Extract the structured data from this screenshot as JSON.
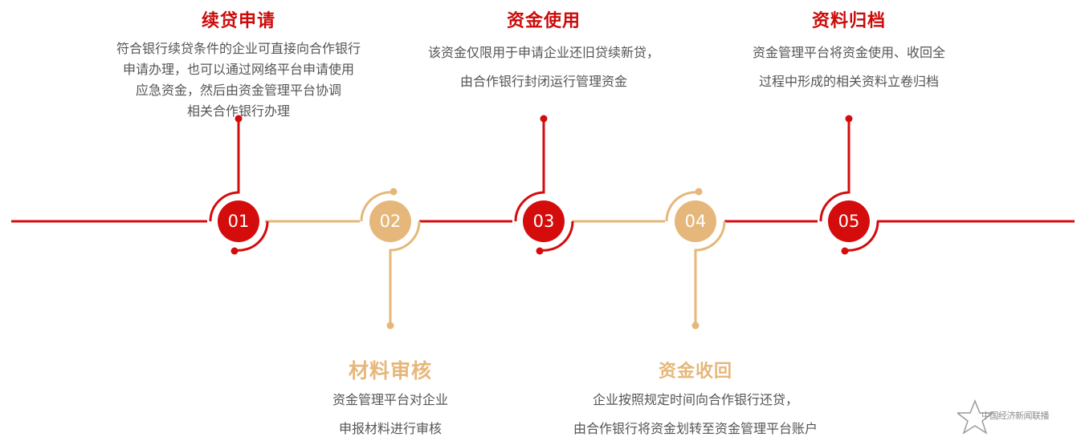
{
  "colors": {
    "red": "#d40c0c",
    "gold": "#e6b77a",
    "text": "#555555"
  },
  "steps": [
    {
      "number": "01",
      "title": "续贷申请",
      "color": "red",
      "lines": [
        "符合银行续贷条件的企业可直接向合作银行",
        "申请办理，也可以通过网络平台申请使用",
        "应急资金，然后由资金管理平台协调",
        "相关合作银行办理"
      ]
    },
    {
      "number": "02",
      "title": "材料审核",
      "color": "gold",
      "lines": [
        "资金管理平台对企业",
        "申报材料进行审核"
      ]
    },
    {
      "number": "03",
      "title": "资金使用",
      "color": "red",
      "lines": [
        "该资金仅限用于申请企业还旧贷续新贷，",
        "由合作银行封闭运行管理资金"
      ]
    },
    {
      "number": "04",
      "title": "资金收回",
      "color": "gold",
      "lines": [
        "企业按照规定时间向合作银行还贷，",
        "由合作银行将资金划转至资金管理平台账户"
      ]
    },
    {
      "number": "05",
      "title": "资料归档",
      "color": "red",
      "lines": [
        "资金管理平台将资金使用、收回全",
        "过程中形成的相关资料立卷归档"
      ]
    }
  ],
  "watermark": {
    "text": "中国经济新闻联播",
    "icon": "star-icon"
  }
}
